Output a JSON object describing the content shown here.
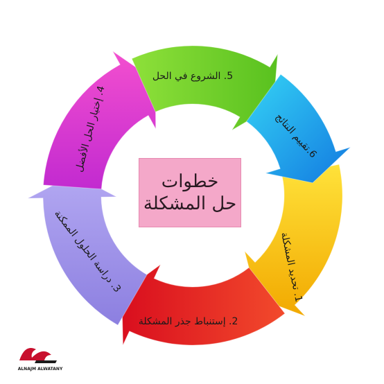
{
  "diagram": {
    "center": {
      "line1": "خطوات",
      "line2": "حل المشكلة"
    },
    "steps": [
      {
        "label": "1. تحديد المشكلة",
        "color": "#f5c400"
      },
      {
        "label": "2. إستنباط جذر المشكلة",
        "color": "#e8251f"
      },
      {
        "label": "3. دراسة الحلول الممكنة",
        "color": "#9b8ee6"
      },
      {
        "label": "4. إختيار الحل الأفضل",
        "color": "#e23ccc"
      },
      {
        "label": "5. الشروع في الحل",
        "color": "#7cd12a"
      },
      {
        "label": "6.تقييم النتائج",
        "color": "#1aa6ec"
      }
    ]
  },
  "logo": {
    "text": "ALNAJM ALWATANY",
    "accent": "#c8102e"
  },
  "colors": {
    "background": "#ffffff",
    "center_box": "#f4a8c9"
  }
}
